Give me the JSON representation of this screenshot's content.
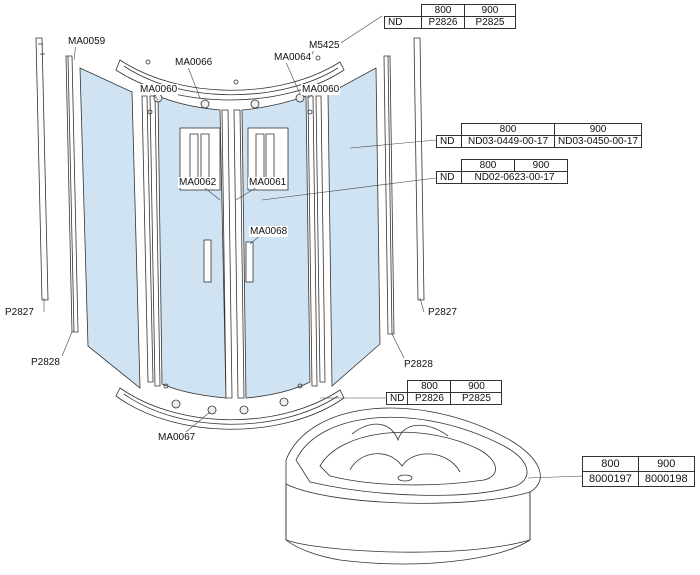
{
  "labels": {
    "ma0059": "MA0059",
    "ma0066": "MA0066",
    "m5425": "M5425",
    "ma0064": "MA0064",
    "ma0060_left": "MA0060",
    "ma0060_right": "MA0060",
    "ma0062": "MA0062",
    "ma0061": "MA0061",
    "ma0068": "MA0068",
    "p2827_left": "P2827",
    "p2827_right": "P2827",
    "p2828_left": "P2828",
    "p2828_right": "P2828",
    "ma0067": "MA0067"
  },
  "tables": {
    "top_right": {
      "h1": "800",
      "h2": "900",
      "row_label": "ND",
      "v1": "P2826",
      "v2": "P2825"
    },
    "side_panel": {
      "h1": "800",
      "h2": "900",
      "row_label": "ND",
      "v1": "ND03-0449-00-17",
      "v2": "ND03-0450-00-17"
    },
    "door_panel": {
      "h1": "800",
      "h2": "900",
      "row_label": "ND",
      "v1": "ND02-0623-00-17"
    },
    "bottom_profile": {
      "h1": "800",
      "h2": "900",
      "row_label": "ND",
      "v1": "P2826",
      "v2": "P2825"
    },
    "tray": {
      "h1": "800",
      "h2": "900",
      "v1": "8000197",
      "v2": "8000198"
    }
  },
  "colors": {
    "glass": "#cfe3f3",
    "line": "#333333"
  }
}
